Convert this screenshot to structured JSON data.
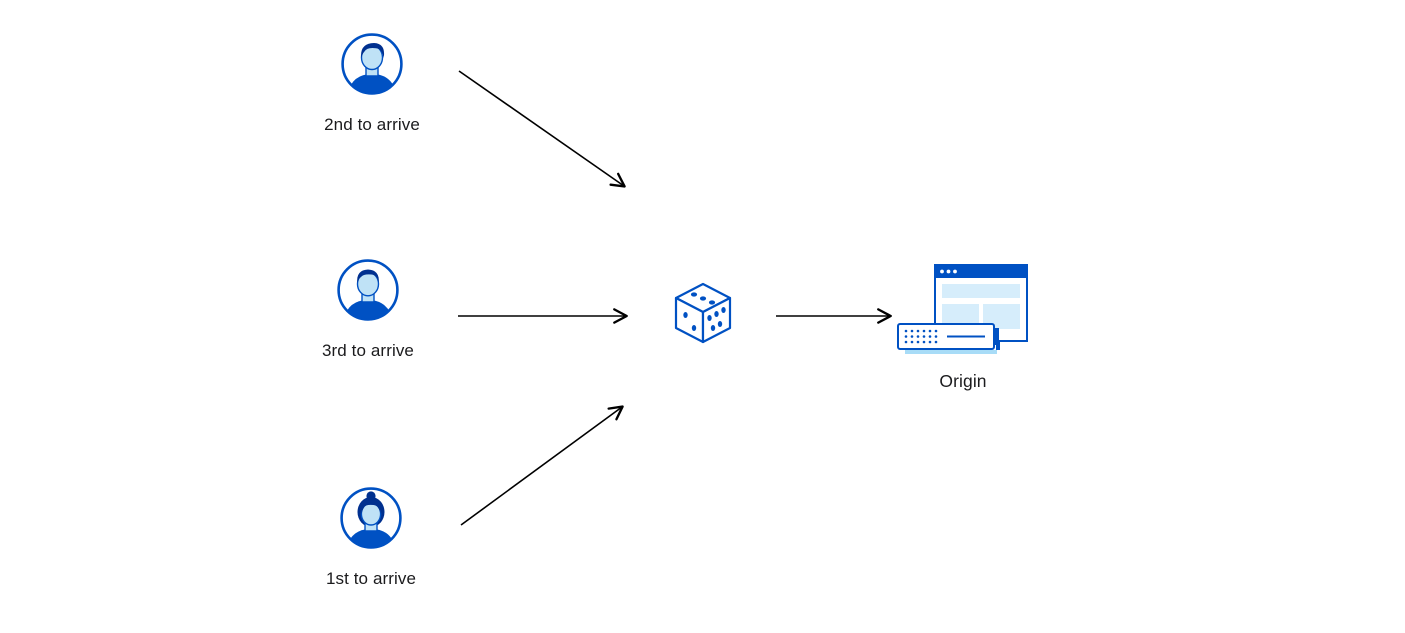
{
  "diagram": {
    "clients": [
      {
        "id": "client-2nd",
        "label": "2nd to arrive",
        "icon": "user-avatar-male-icon"
      },
      {
        "id": "client-3rd",
        "label": "3rd to arrive",
        "icon": "user-avatar-male-icon"
      },
      {
        "id": "client-1st",
        "label": "1st to arrive",
        "icon": "user-avatar-female-icon"
      }
    ],
    "random_selector": {
      "id": "dice",
      "icon": "dice-icon"
    },
    "origin": {
      "id": "origin",
      "label": "Origin",
      "icon": "origin-server-icon"
    },
    "edges": [
      {
        "from": "client-2nd",
        "to": "dice"
      },
      {
        "from": "client-3rd",
        "to": "dice"
      },
      {
        "from": "client-1st",
        "to": "dice"
      },
      {
        "from": "dice",
        "to": "origin"
      }
    ]
  },
  "colors": {
    "brand_blue": "#0051c3",
    "dark_navy": "#00308f",
    "light_blue_fill": "#cfe9fb",
    "arrow": "#000000",
    "text": "#1b1b1d",
    "background": "#ffffff"
  }
}
